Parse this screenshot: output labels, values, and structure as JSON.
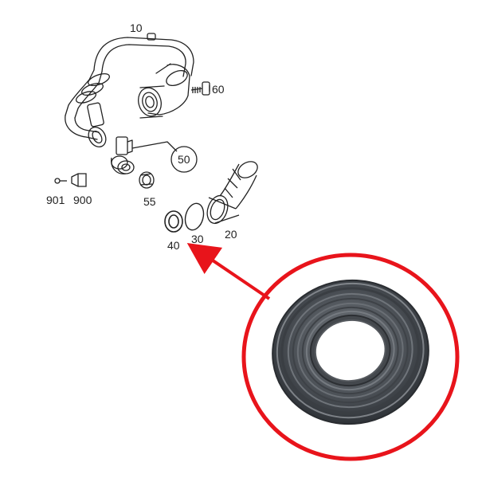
{
  "diagram": {
    "part_labels": {
      "p10": "10",
      "p60": "60",
      "p50": "50",
      "p901": "901",
      "p900": "900",
      "p55": "55",
      "p20": "20",
      "p30": "30",
      "p40": "40"
    }
  },
  "colors": {
    "highlight_red": "#e8141b",
    "line_art": "#222222",
    "seal_dark": "#3b4045",
    "seal_mid": "#5d6268",
    "seal_light": "#8c9095"
  }
}
